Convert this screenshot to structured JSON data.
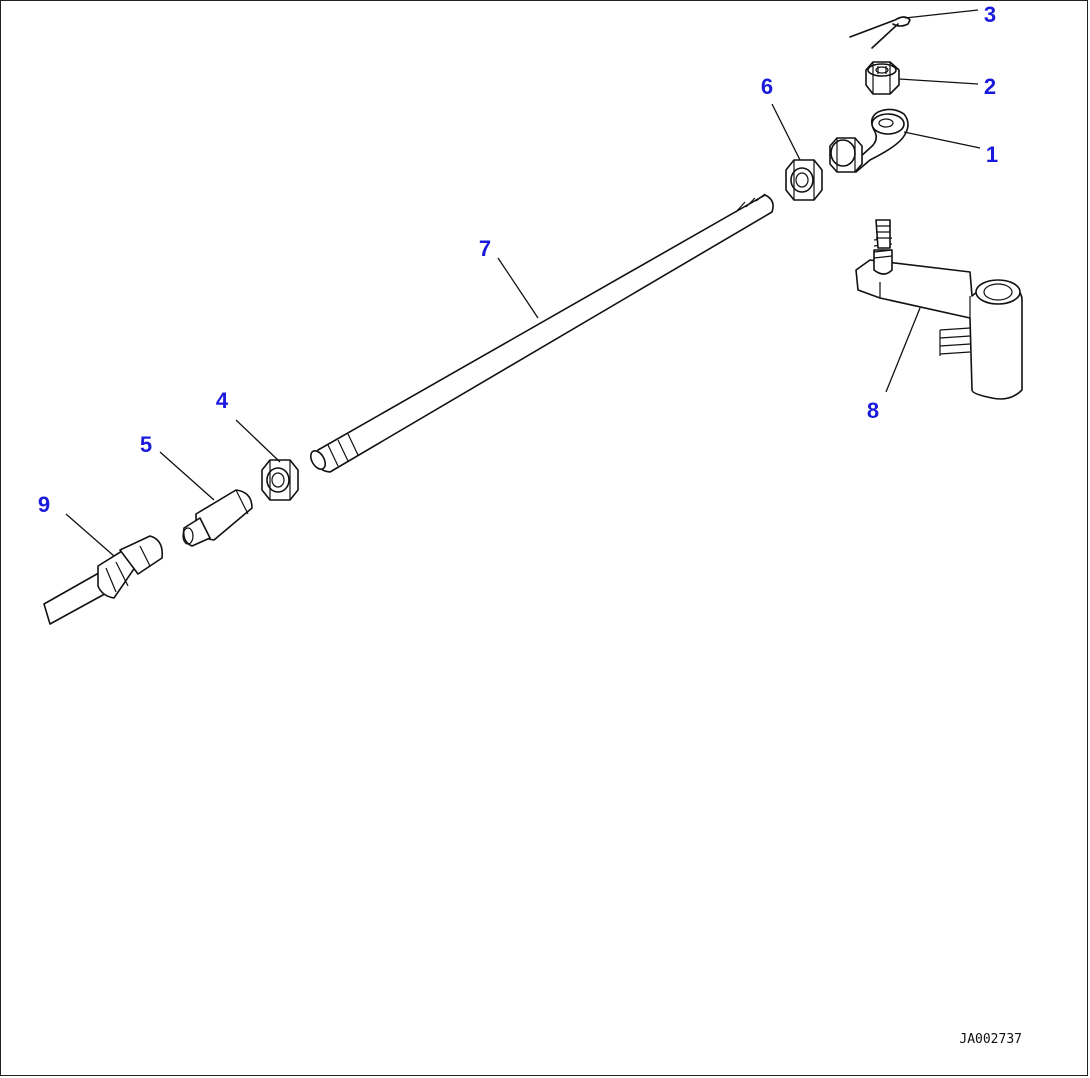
{
  "diagram": {
    "accent_color": "#1a1adc",
    "line_color": "#111111",
    "drawing_code": "JA002737",
    "callouts": [
      {
        "id": "1",
        "label": "1"
      },
      {
        "id": "2",
        "label": "2"
      },
      {
        "id": "3",
        "label": "3"
      },
      {
        "id": "4",
        "label": "4"
      },
      {
        "id": "5",
        "label": "5"
      },
      {
        "id": "6",
        "label": "6"
      },
      {
        "id": "7",
        "label": "7"
      },
      {
        "id": "8",
        "label": "8"
      },
      {
        "id": "9",
        "label": "9"
      }
    ]
  }
}
